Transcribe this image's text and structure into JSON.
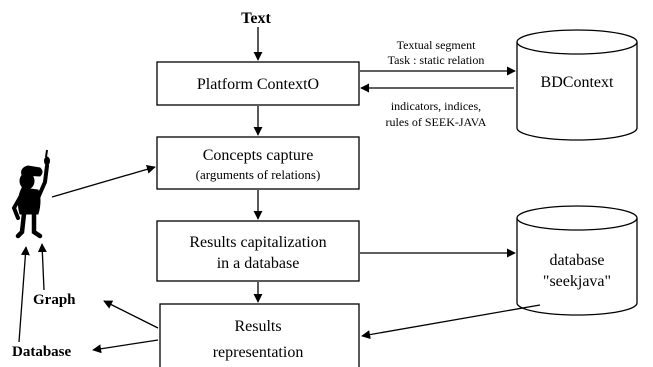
{
  "diagram": {
    "input_label": "Text",
    "boxes": {
      "platform": "Platform ContextO",
      "concepts_line1": "Concepts capture",
      "concepts_line2": "(arguments of relations)",
      "capitalization_line1": "Results capitalization",
      "capitalization_line2": "in a database",
      "representation_line1": "Results",
      "representation_line2": "representation"
    },
    "databases": {
      "bdcontext": "BDContext",
      "seekjava_line1": "database",
      "seekjava_line2": "\"seekjava\""
    },
    "edge_labels": {
      "to_bdcontext_line1": "Textual segment",
      "to_bdcontext_line2": "Task : static relation",
      "from_bdcontext_line1": "indicators, indices,",
      "from_bdcontext_line2": "rules of SEEK-JAVA"
    },
    "outputs": {
      "graph": "Graph",
      "database": "Database"
    }
  }
}
